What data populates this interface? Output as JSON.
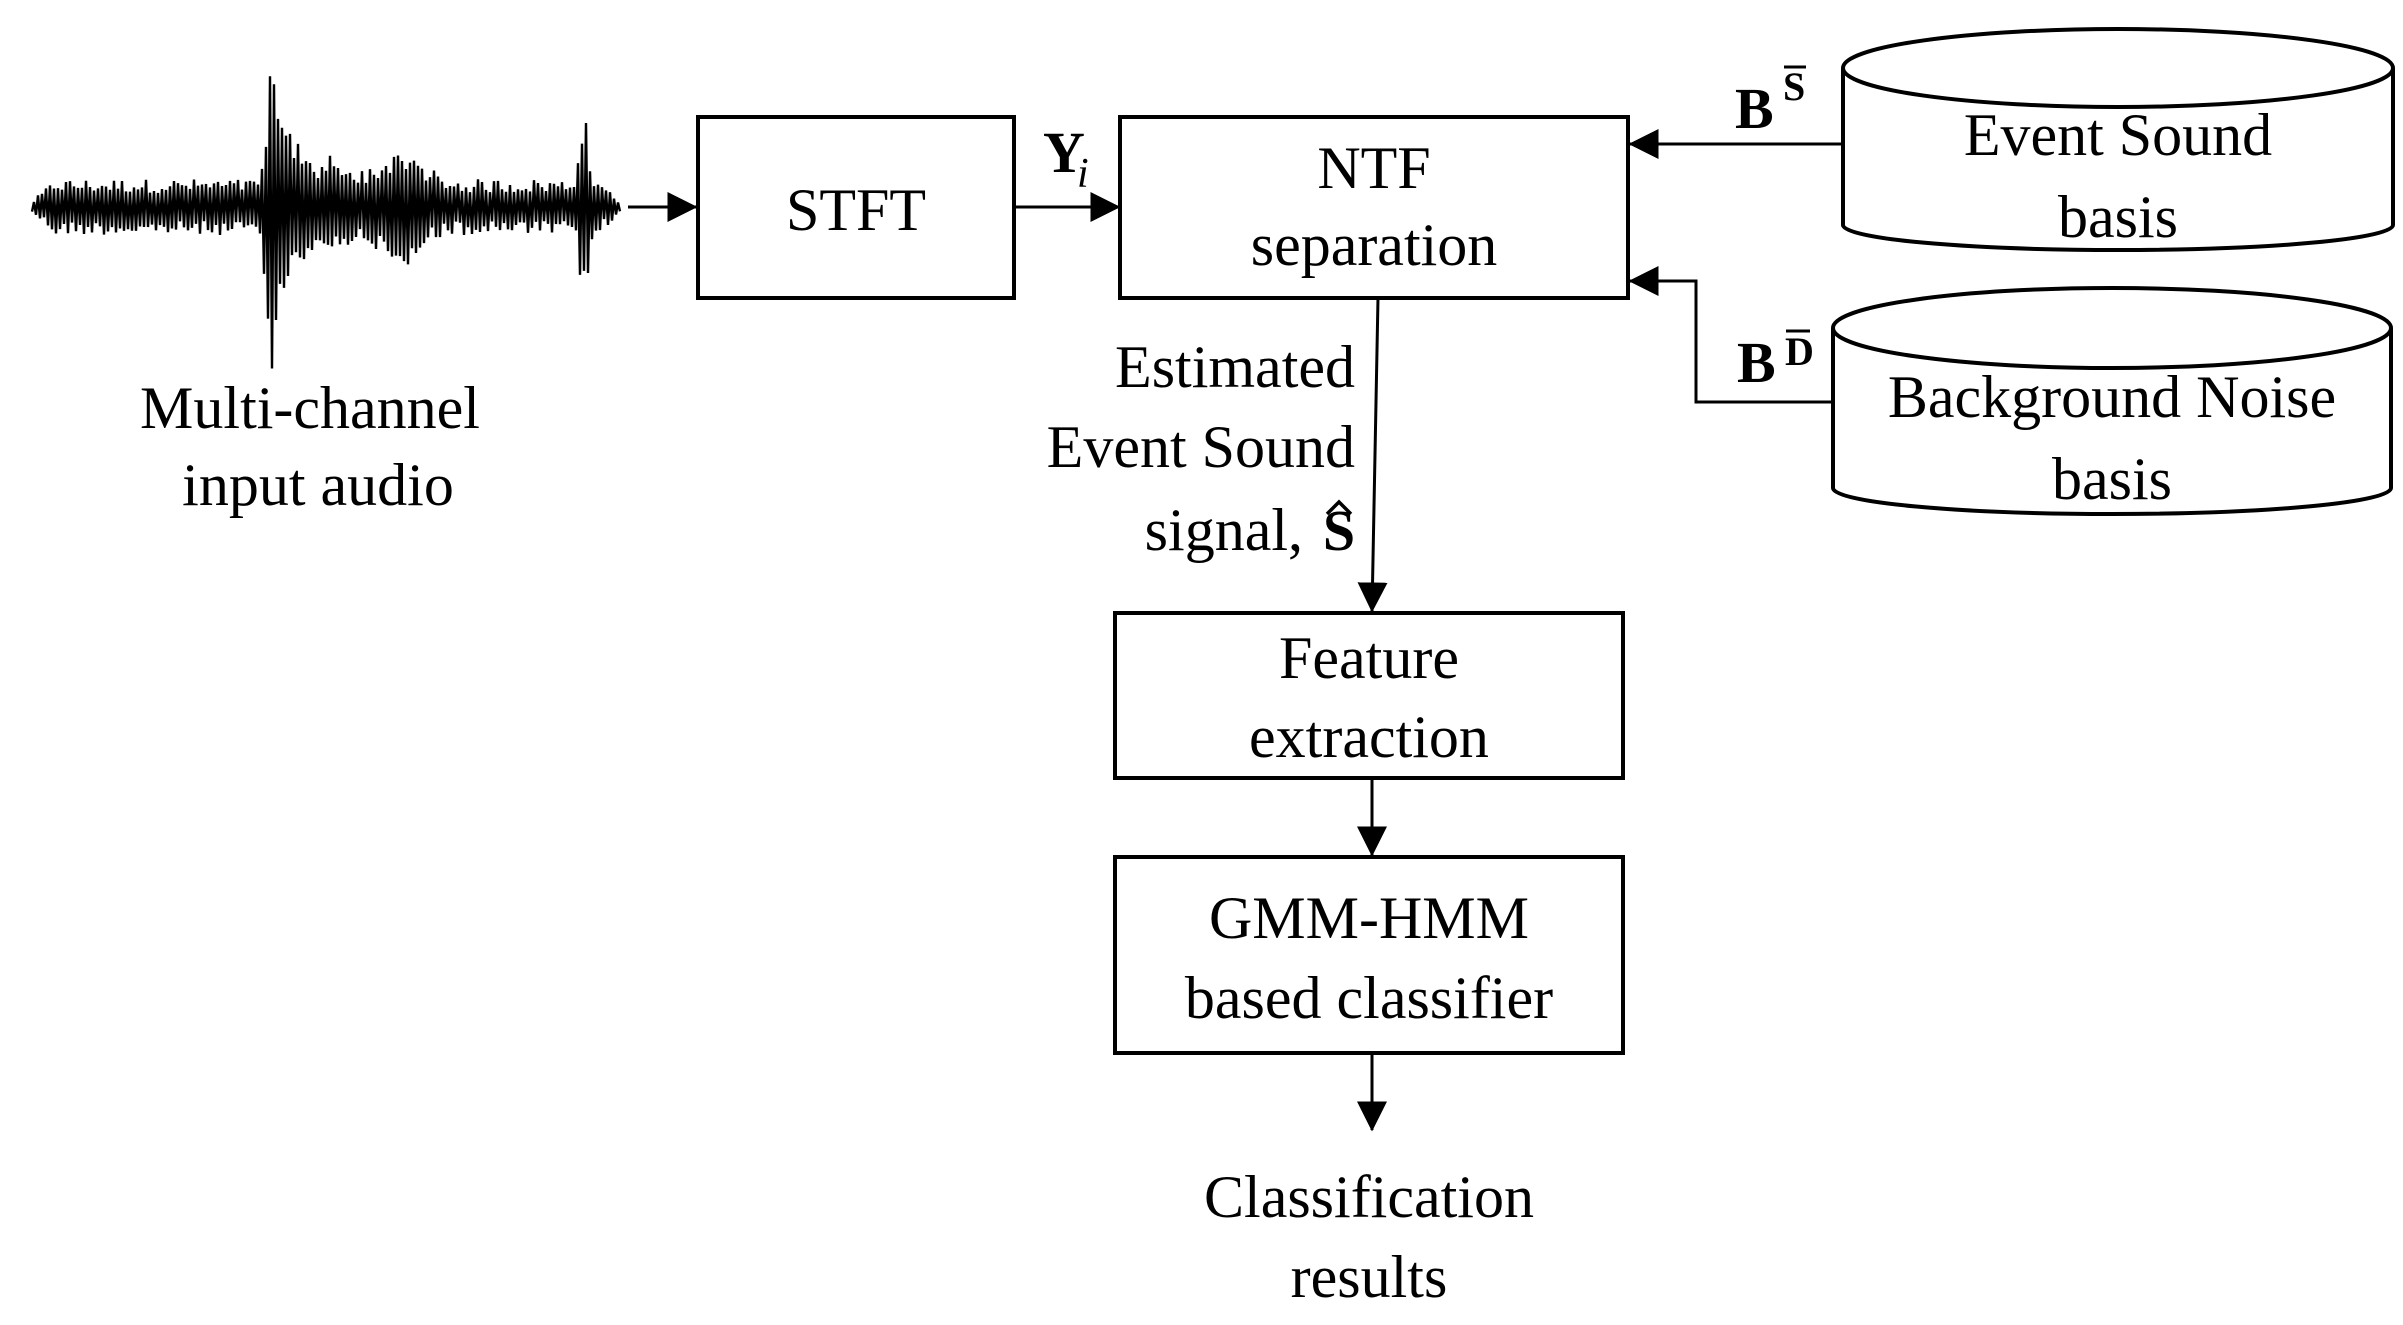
{
  "diagram": {
    "input_audio": {
      "line1": "Multi-channel",
      "line2": "input audio"
    },
    "stft": {
      "label": "STFT"
    },
    "stft_output": {
      "base": "Y",
      "subscript": "i"
    },
    "ntf": {
      "line1": "NTF",
      "line2": "separation"
    },
    "event_basis": {
      "line1": "Event Sound",
      "line2": "basis",
      "symbol_base": "B",
      "symbol_superscript": "S"
    },
    "noise_basis": {
      "line1": "Background Noise",
      "line2": "basis",
      "symbol_base": "B",
      "symbol_superscript": "D"
    },
    "estimated_signal": {
      "line1": "Estimated",
      "line2": "Event Sound",
      "line3": "signal, ",
      "symbol": "S"
    },
    "feature": {
      "line1": "Feature",
      "line2": "extraction"
    },
    "classifier": {
      "line1": "GMM-HMM",
      "line2": "based classifier"
    },
    "results": {
      "line1": "Classification",
      "line2": "results"
    }
  }
}
